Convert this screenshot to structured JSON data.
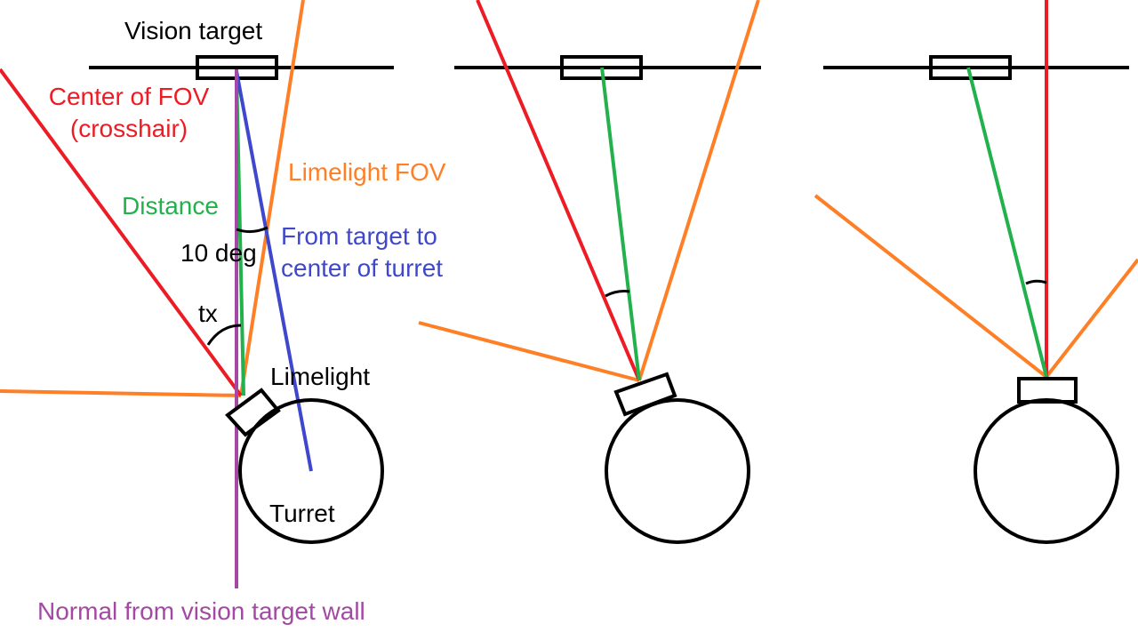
{
  "labels": {
    "vision_target": "Vision target",
    "center_of_fov_line1": "Center of FOV",
    "center_of_fov_line2": "(crosshair)",
    "limelight_fov": "Limelight FOV",
    "distance": "Distance",
    "ten_deg": "10 deg",
    "from_target_line1": "From target to",
    "from_target_line2": "center of turret",
    "tx": "tx",
    "limelight": "Limelight",
    "turret": "Turret",
    "normal": "Normal from vision target wall"
  },
  "colors": {
    "black": "#000000",
    "red": "#ed1c24",
    "orange": "#ff7f27",
    "green": "#22b14c",
    "blue": "#3f48cc",
    "purple": "#a349a4"
  },
  "panels": [
    {
      "name": "panel-1-robot-offset"
    },
    {
      "name": "panel-2-camera-rotated"
    },
    {
      "name": "panel-3-turret-aligned"
    }
  ]
}
